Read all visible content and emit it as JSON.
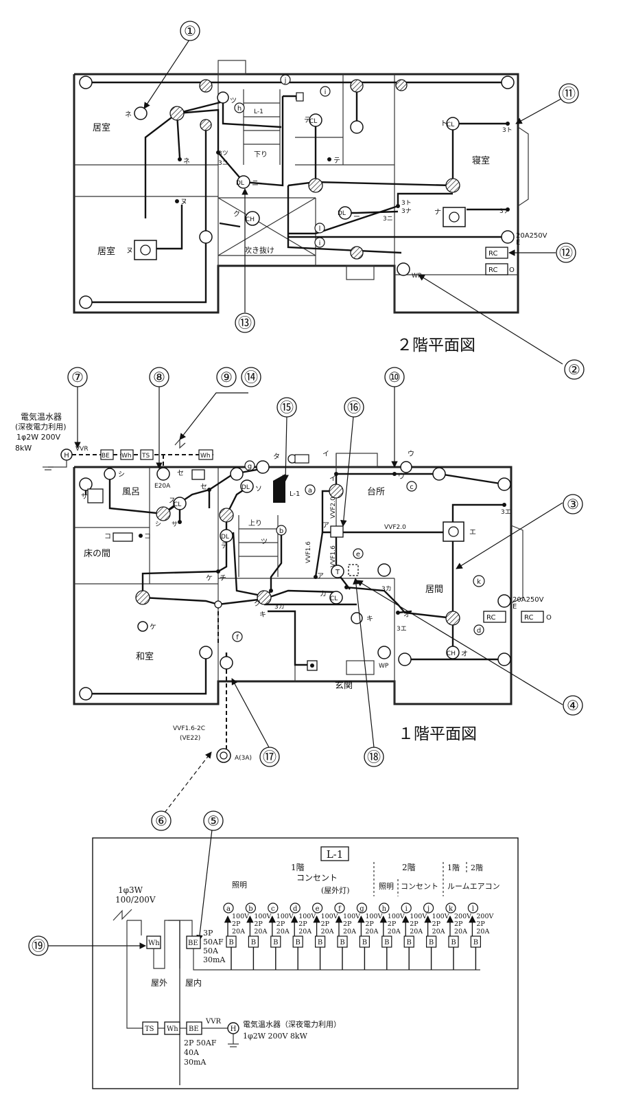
{
  "floor2": {
    "title": "２階平面図",
    "rooms": [
      "居室",
      "居室",
      "寝室",
      "吹き抜け",
      "下り"
    ],
    "labels": [
      "ネ",
      "ネ",
      "ヌ",
      "ヌ",
      "ツ",
      "3ツ",
      "3ニ",
      "ニ",
      "ニ",
      "3ニ",
      "テ",
      "テ",
      "ト",
      "3ト",
      "3ト",
      "3ナ",
      "3ナ",
      "ナ",
      "ク",
      "L-1",
      "20A250V",
      "E",
      "RC",
      "RC",
      "WP",
      "DL",
      "DL",
      "CL",
      "CL",
      "CH",
      "O"
    ],
    "circuits": [
      "j",
      "h",
      "i",
      "l",
      "i"
    ]
  },
  "floor1": {
    "title": "１階平面図",
    "rooms": [
      "風呂",
      "床の間",
      "和室",
      "台所",
      "居間",
      "玄関",
      "上り"
    ],
    "heater": {
      "line1": "電気温水器",
      "line2": "(深夜電力利用)",
      "line3": "1φ2W 200V",
      "line4": "8kW"
    },
    "cable_vvr": "VVR",
    "meters": [
      "BE",
      "Wh",
      "TS",
      "Wh"
    ],
    "outlet_e20a": "E20A",
    "labels": [
      "シ",
      "サ",
      "コ",
      "コ",
      "セ",
      "セ",
      "ス",
      "シ",
      "サ",
      "ケ",
      "チ",
      "ケ",
      "テ",
      "タ",
      "ソ",
      "ツ",
      "イ",
      "イ",
      "ア",
      "ア",
      "ウ",
      "ウ",
      "エ",
      "3エ",
      "3エ",
      "オ",
      "オ",
      "カ",
      "3カ",
      "3カ",
      "キ",
      "キ",
      "ク",
      "L-1",
      "20A250V",
      "E",
      "RC",
      "RC",
      "WP",
      "O"
    ],
    "circuits": [
      "a",
      "b",
      "c",
      "d",
      "e",
      "f",
      "g",
      "k"
    ],
    "cables": [
      "VVF2.0",
      "VVF2.0",
      "VVF1.6",
      "VVF1.6"
    ],
    "service": {
      "cable": "VVF1.6-2C",
      "conduit": "(VE22)",
      "lamp": "A(3A)"
    }
  },
  "callouts": [
    "①",
    "②",
    "③",
    "④",
    "⑤",
    "⑥",
    "⑦",
    "⑧",
    "⑨",
    "⑭",
    "⑩",
    "⑪",
    "⑫",
    "⑬",
    "⑮",
    "⑯",
    "⑰",
    "⑱",
    "⑲"
  ],
  "panel": {
    "title": "L-1",
    "supply_line1": "1φ3W",
    "supply_line2": "100/200V",
    "wh": "Wh",
    "be": "BE",
    "main_breaker": [
      "3P",
      "50AF",
      "50A",
      "30mA"
    ],
    "outside": "屋外",
    "inside": "屋内",
    "group_1f": "1階",
    "lighting": "照明",
    "outlet_1f": "コンセント",
    "outdoor_light": "(屋外灯)",
    "group_2f": "2階",
    "lighting_2f": "照明",
    "outlet_2f": "コンセント",
    "ac_1f": "1階",
    "ac_2f": "2階",
    "room_ac": "ルームエアコン",
    "branch_ids": [
      "a",
      "b",
      "c",
      "d",
      "e",
      "f",
      "g",
      "h",
      "i",
      "j",
      "k",
      "l"
    ],
    "branch_specs": [
      [
        "100V",
        "2P",
        "20A"
      ],
      [
        "100V",
        "2P",
        "20A"
      ],
      [
        "100V",
        "2P",
        "20A"
      ],
      [
        "100V",
        "2P",
        "20A"
      ],
      [
        "100V",
        "2P",
        "20A"
      ],
      [
        "100V",
        "2P",
        "20A"
      ],
      [
        "100V",
        "2P",
        "20A"
      ],
      [
        "100V",
        "2P",
        "20A"
      ],
      [
        "100V",
        "2P",
        "20A"
      ],
      [
        "100V",
        "2P",
        "20A"
      ],
      [
        "200V",
        "2P",
        "20A"
      ],
      [
        "200V",
        "2P",
        "20A"
      ]
    ],
    "breaker_label": "B",
    "ts": "TS",
    "wh2": "Wh",
    "be2": "BE",
    "vvr": "VVR",
    "heater_text": "電気温水器（深夜電力利用）",
    "heater_spec": "1φ2W 200V 8kW",
    "be2_spec": [
      "2P 50AF",
      "40A",
      "30mA"
    ]
  }
}
